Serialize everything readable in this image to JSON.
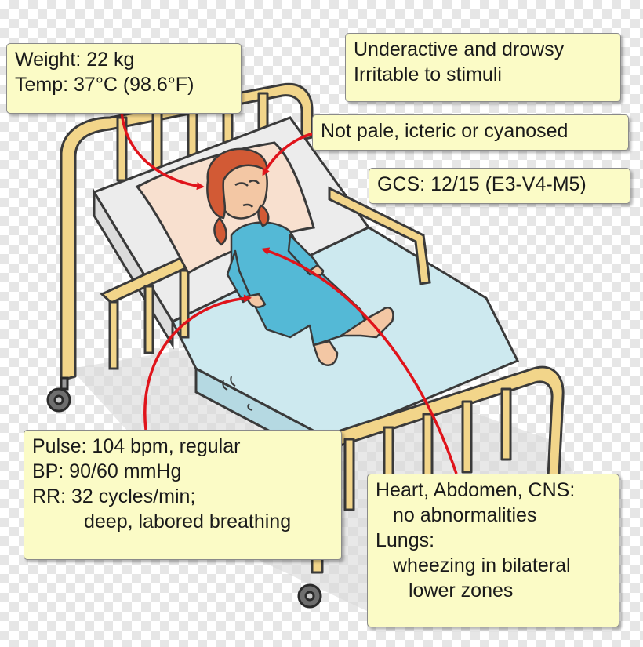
{
  "notes": {
    "weight_temp": [
      "Weight: 22 kg",
      "Temp: 37°C (98.6°F)"
    ],
    "behaviour": [
      "Underactive and drowsy",
      "Irritable to stimuli"
    ],
    "appearance": "Not pale, icteric or cyanosed",
    "gcs": "GCS: 12/15 (E3-V4-M5)",
    "vitals": [
      "Pulse: 104 bpm, regular",
      "BP: 90/60 mmHg",
      "RR: 32 cycles/min;",
      "deep, labored breathing"
    ],
    "exam": [
      "Heart, Abdomen, CNS:",
      "no abnormalities",
      "Lungs:",
      "wheezing in bilateral",
      "lower zones"
    ]
  },
  "colors": {
    "note_bg": "#fbfbc6",
    "arrow": "#e0141b",
    "bed_frame": "#f2d58a",
    "sheet": "#cde9ef",
    "gown": "#54b9d6",
    "hair": "#d25a35"
  }
}
